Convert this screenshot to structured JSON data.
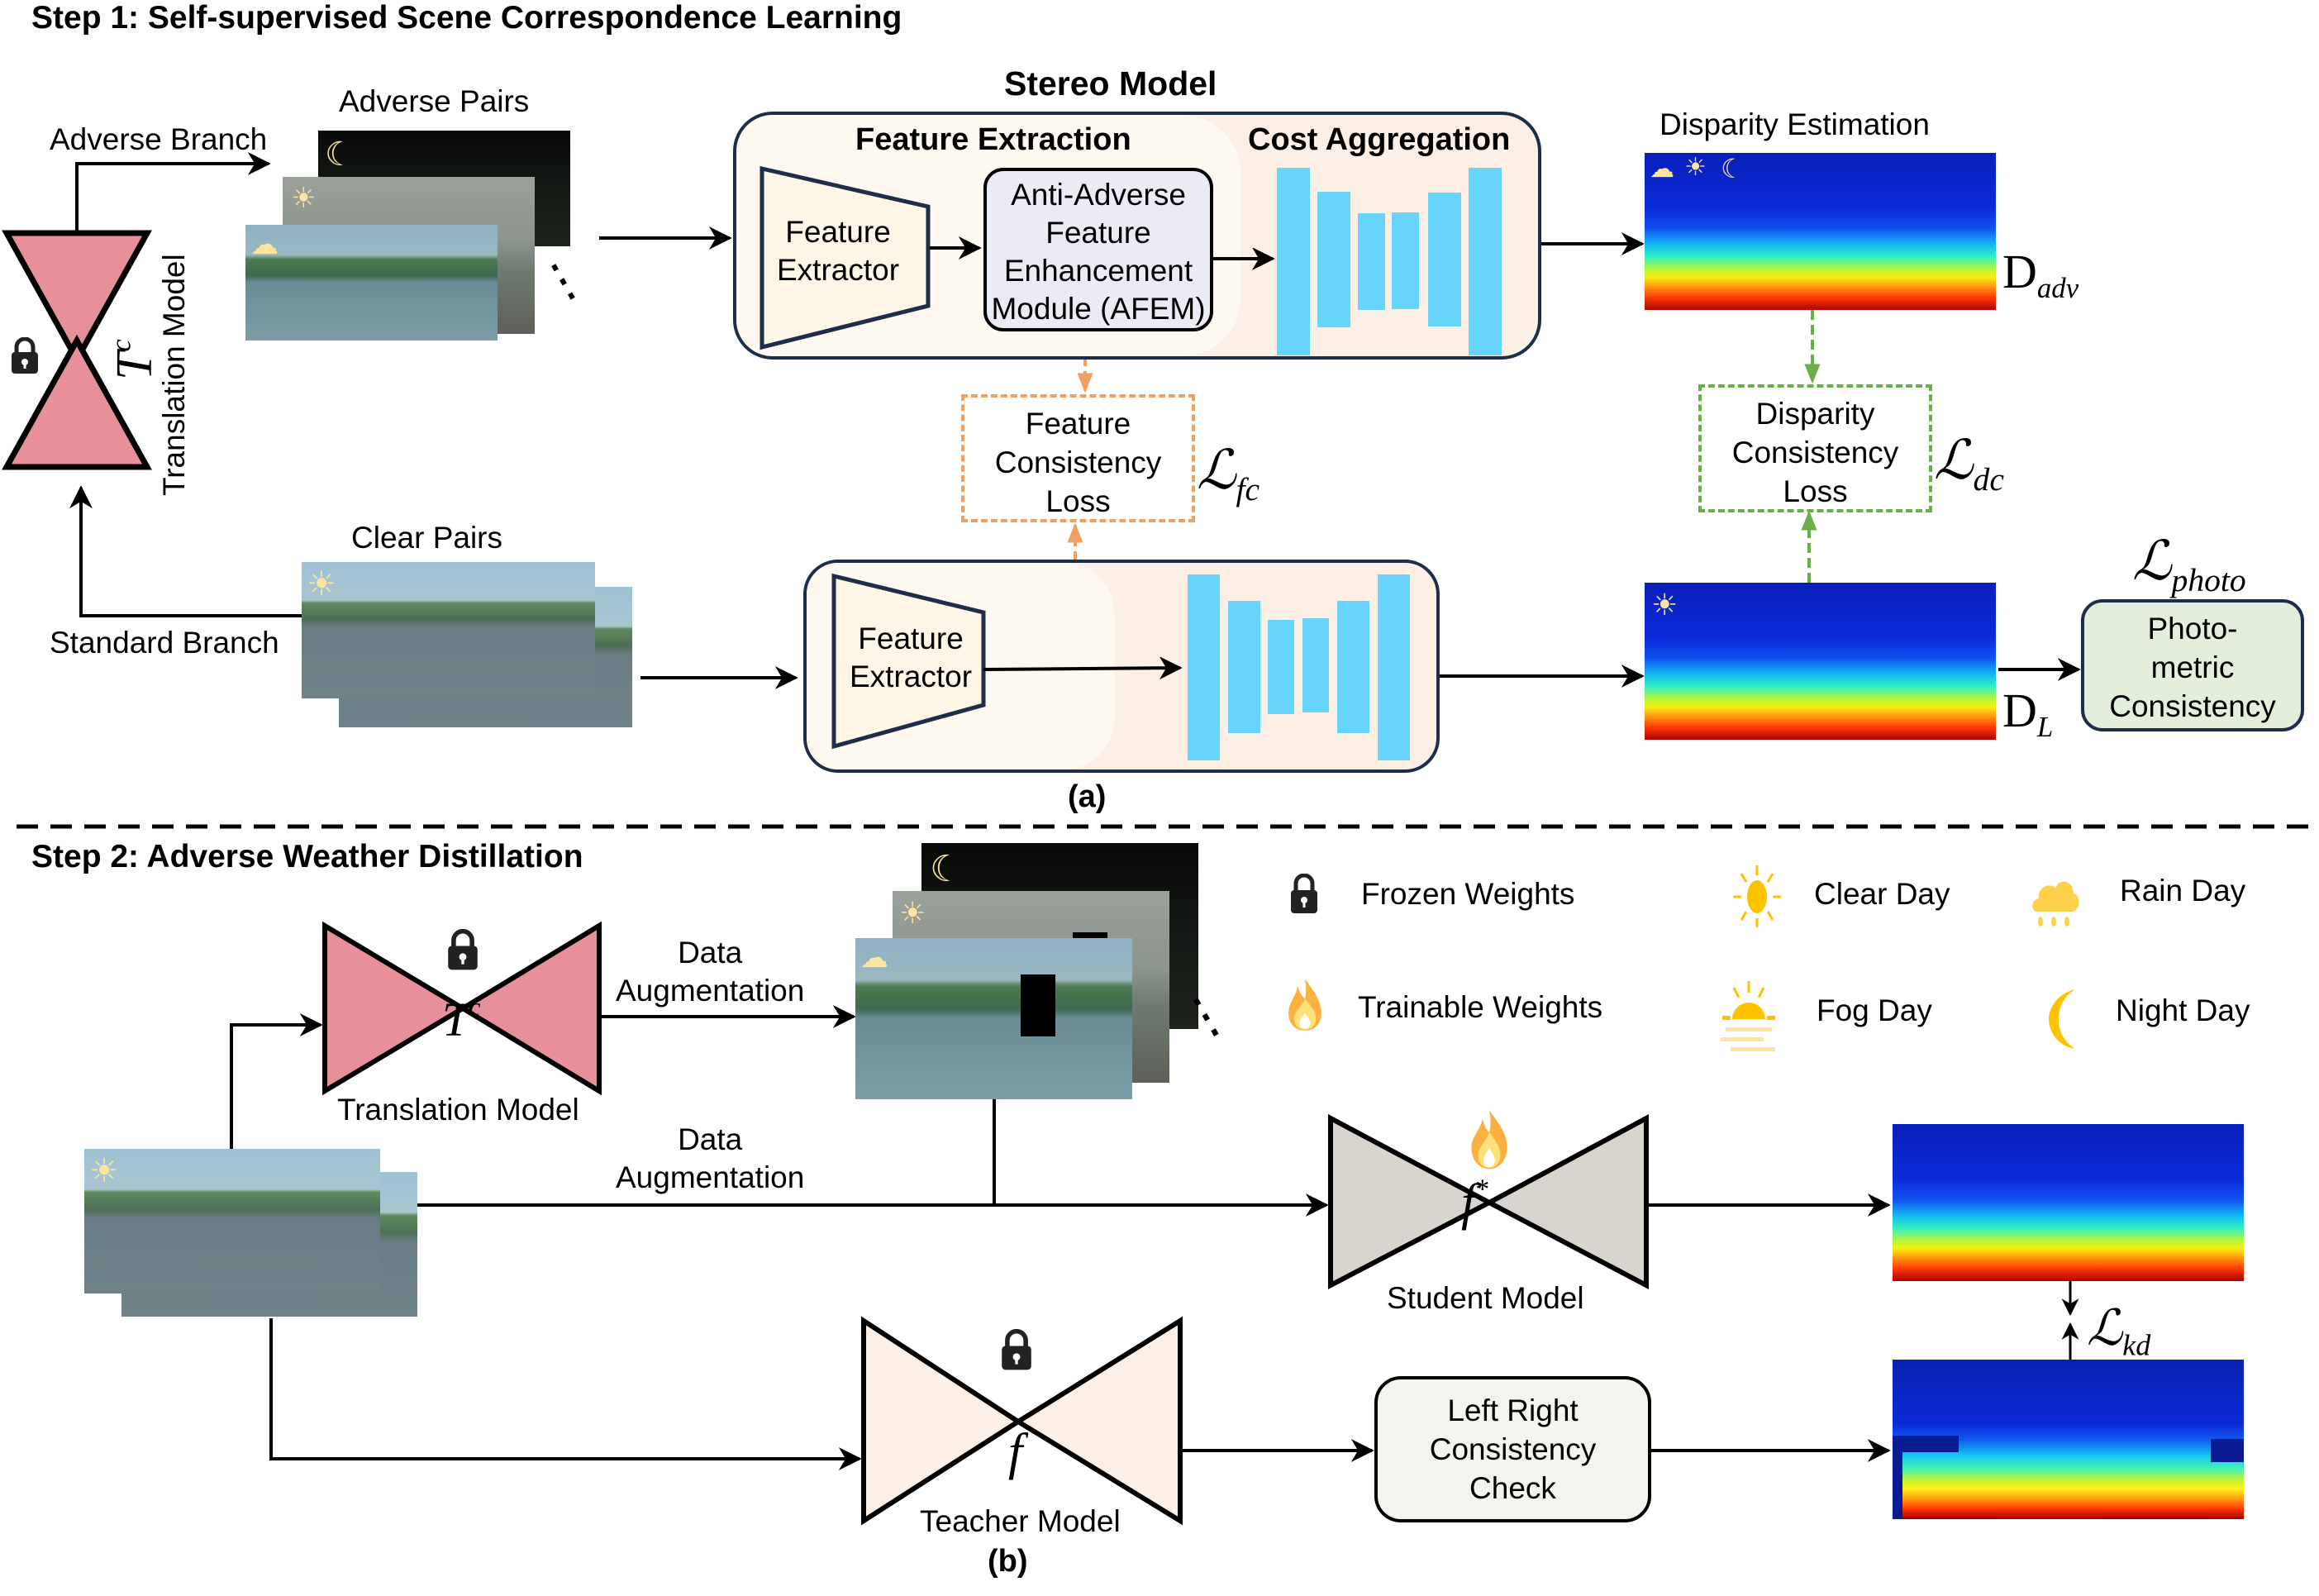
{
  "step1": {
    "title": "Step 1: Self-supervised Scene Correspondence Learning",
    "adverse_branch": "Adverse Branch",
    "standard_branch": "Standard Branch",
    "adverse_pairs": "Adverse Pairs",
    "clear_pairs": "Clear Pairs",
    "translation_model_label": "Translation Model",
    "translation_symbol": "T",
    "translation_superscript": "c",
    "stereo_model_title": "Stereo Model",
    "feature_extraction_title": "Feature Extraction",
    "cost_aggregation_title": "Cost Aggregation",
    "feature_extractor_line1": "Feature",
    "feature_extractor_line2": "Extractor",
    "afem_lines": [
      "Anti-Adverse",
      "Feature",
      "Enhancement",
      "Module (AFEM)"
    ],
    "disparity_estimation": "Disparity Estimation",
    "d_adv": {
      "base": "D",
      "sub": "adv"
    },
    "d_l": {
      "base": "D",
      "sub": "L"
    },
    "feature_loss_lines": [
      "Feature",
      "Consistency",
      "Loss"
    ],
    "feature_loss_symbol": {
      "base": "ℒ",
      "sub": "fc"
    },
    "disparity_loss_lines": [
      "Disparity",
      "Consistency",
      "Loss"
    ],
    "disparity_loss_symbol": {
      "base": "ℒ",
      "sub": "dc"
    },
    "photo_symbol": {
      "base": "ℒ",
      "sub": "photo"
    },
    "photometric_lines": [
      "Photo-",
      "metric",
      "Consistency"
    ],
    "caption": "(a)"
  },
  "step2": {
    "title": "Step 2: Adverse Weather Distillation",
    "translation_model_label": "Translation Model",
    "translation_symbol": "T",
    "translation_superscript": "c",
    "data_aug_top": [
      "Data",
      "Augmentation"
    ],
    "data_aug_mid": [
      "Data",
      "Augmentation"
    ],
    "student_symbol": "f",
    "student_superscript": "*",
    "student_label": "Student Model",
    "teacher_symbol": "f",
    "teacher_label": "Teacher Model",
    "lr_check_lines": [
      "Left Right",
      "Consistency",
      "Check"
    ],
    "kd_symbol": {
      "base": "ℒ",
      "sub": "kd"
    },
    "caption": "(b)"
  },
  "legend": [
    {
      "icon": "lock-icon",
      "label": "Frozen Weights"
    },
    {
      "icon": "sun-icon",
      "label": "Clear Day"
    },
    {
      "icon": "rain-cloud-icon",
      "label": "Rain Day"
    },
    {
      "icon": "flame-icon",
      "label": "Trainable Weights"
    },
    {
      "icon": "fog-sun-icon",
      "label": "Fog Day"
    },
    {
      "icon": "moon-icon",
      "label": "Night Day"
    }
  ],
  "colors": {
    "translation_model": "#e8909a",
    "student_model": "#d9d4ce",
    "teacher_model": "#fcefe6",
    "feature_extractor": "#fdf5e6",
    "afem": "#ebebf6",
    "cost_volume_bar": "#66d4fb",
    "feature_loss_border": "#f0a060",
    "disparity_loss_border": "#6aae48",
    "photometric_fill": "#e3eedb",
    "lr_check_fill": "#f2f4ee",
    "icon_yellow": "#fdc200",
    "icon_pale": "#fde5a0",
    "box_border": "#1e2d4a"
  }
}
